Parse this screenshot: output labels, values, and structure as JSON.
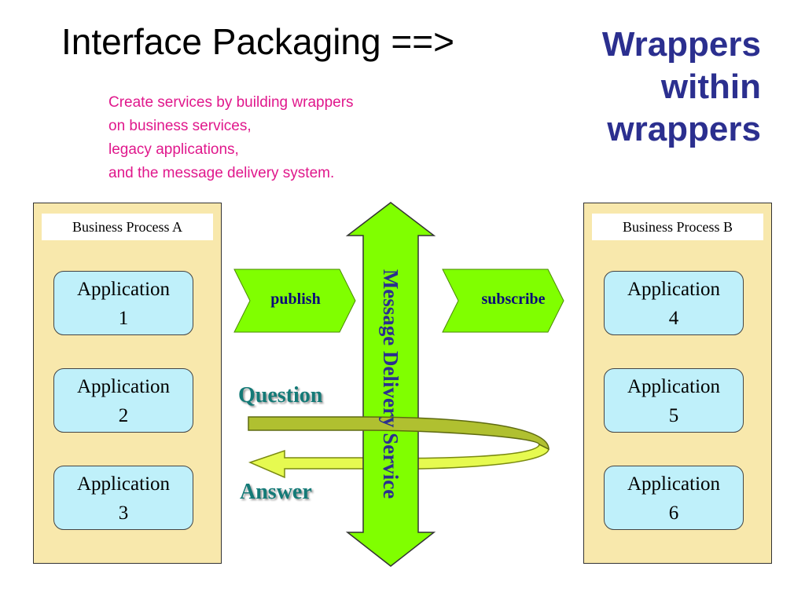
{
  "title": {
    "main": "Interface Packaging ==>",
    "accent_lines": [
      "Wrappers",
      "within",
      "wrappers"
    ]
  },
  "subtitle_lines": [
    "Create services by building wrappers",
    "on business services,",
    "legacy applications,",
    "and the message delivery system."
  ],
  "process_a": {
    "label": "Business Process A",
    "apps": [
      {
        "line1": "Application",
        "line2": "1"
      },
      {
        "line1": "Application",
        "line2": "2"
      },
      {
        "line1": "Application",
        "line2": "3"
      }
    ]
  },
  "process_b": {
    "label": "Business Process B",
    "apps": [
      {
        "line1": "Application",
        "line2": "4"
      },
      {
        "line1": "Application",
        "line2": "5"
      },
      {
        "line1": "Application",
        "line2": "6"
      }
    ]
  },
  "flows": {
    "publish": "publish",
    "subscribe": "subscribe",
    "question": "Question",
    "answer": "Answer"
  },
  "bus_label": "Message Delivery Service",
  "colors": {
    "panel_fill": "#f8e8ac",
    "app_fill": "#bff0fa",
    "arrow_green": "#80ff00",
    "loop_olive": "#b0c030",
    "loop_yellow": "#e6fa50",
    "title_accent": "#2b2f8f",
    "subtitle_text": "#e0188c",
    "qa_text": "#147a77"
  }
}
